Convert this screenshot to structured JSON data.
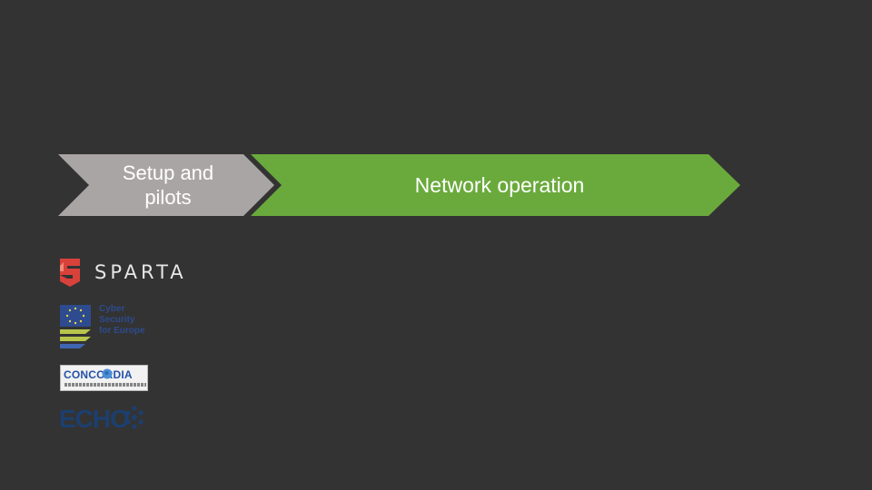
{
  "process": {
    "steps": [
      {
        "label": "Setup and\npilots",
        "color": "#aaa5a5"
      },
      {
        "label": "Network operation",
        "color": "#6aaa3c"
      }
    ]
  },
  "logos": {
    "sparta": {
      "text": "SPARTA",
      "icon": "sparta-shield-icon",
      "accent": "#d9413b"
    },
    "csfe": {
      "text": "Cyber\nSecurity\nfor Europe",
      "icon": "eu-flag-icon",
      "accent": "#2d4b8e"
    },
    "concordia": {
      "text": "CONCORDIA",
      "icon": "globe-icon",
      "accent": "#2451a6"
    },
    "echo": {
      "text": "ECHO",
      "icon": "dot-cluster-icon",
      "accent": "#1c3f6e"
    }
  }
}
